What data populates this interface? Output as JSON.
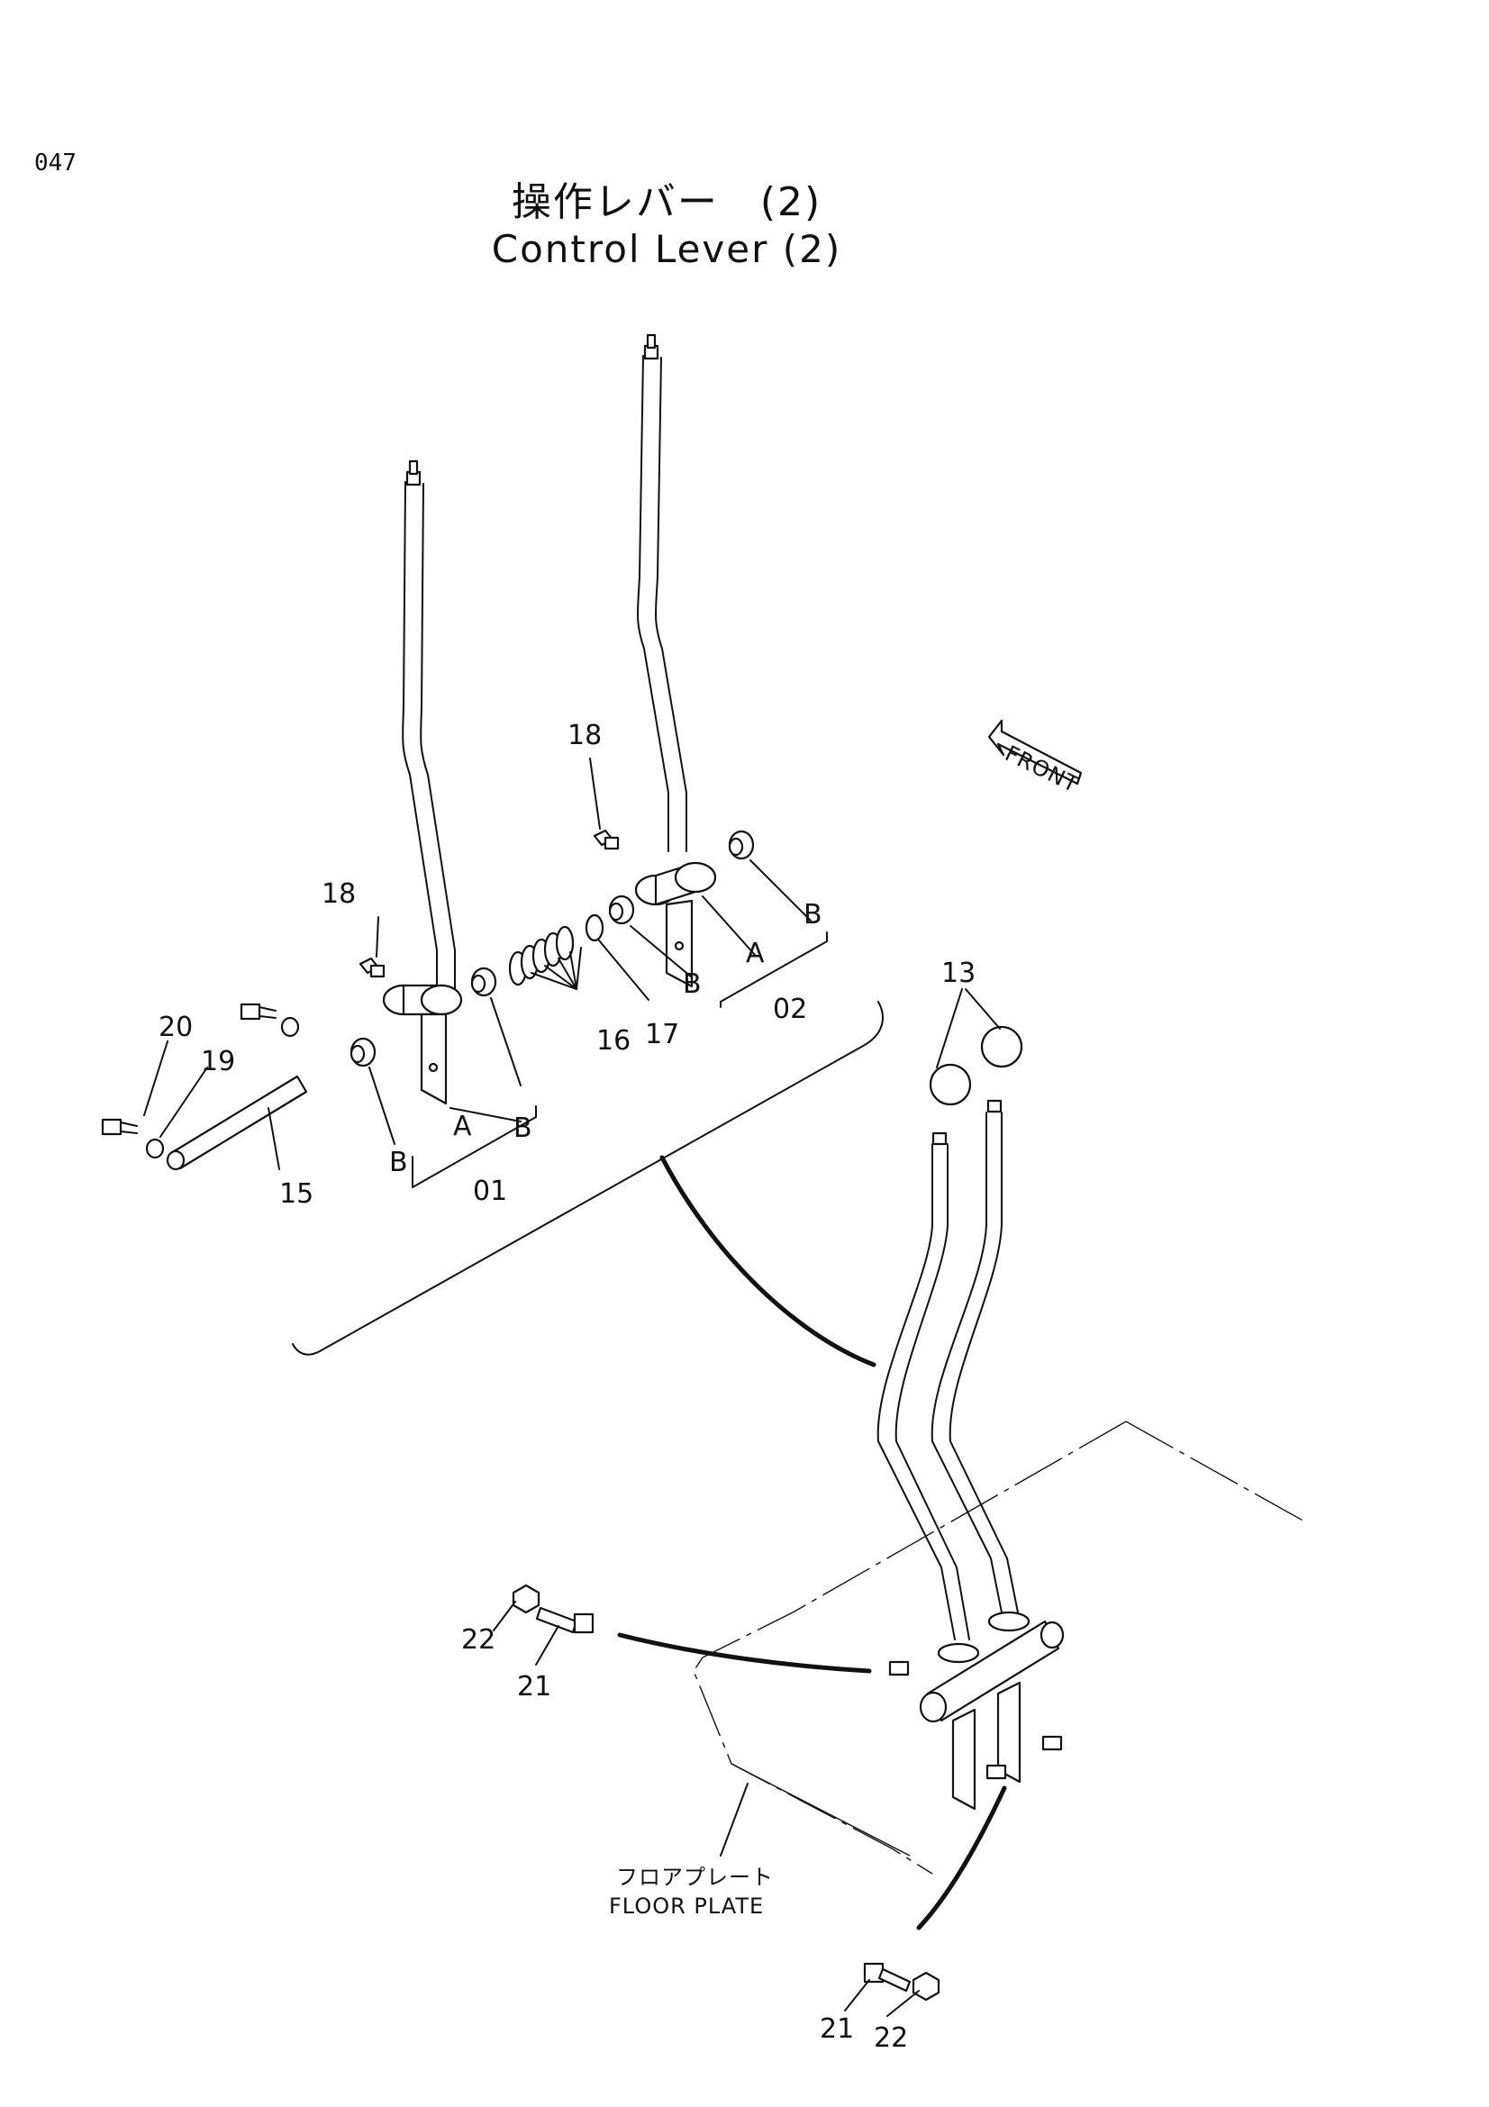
{
  "header": {
    "page_number": "047",
    "title_japanese": "操作レバー　(2)",
    "title_english": "Control Lever (2)"
  },
  "callouts": {
    "c01": "01",
    "c02": "02",
    "c13": "13",
    "c15": "15",
    "c16": "16",
    "c17": "17",
    "c18a": "18",
    "c18b": "18",
    "c19": "19",
    "c20": "20",
    "c21a": "21",
    "c21b": "21",
    "c22a": "22",
    "c22b": "22",
    "a1": "A",
    "a2": "A",
    "b1": "B",
    "b2": "B",
    "b3": "B",
    "b4": "B"
  },
  "labels": {
    "front": "FRONT",
    "floor_plate_ja": "フロアプレート",
    "floor_plate_en": "FLOOR PLATE"
  }
}
